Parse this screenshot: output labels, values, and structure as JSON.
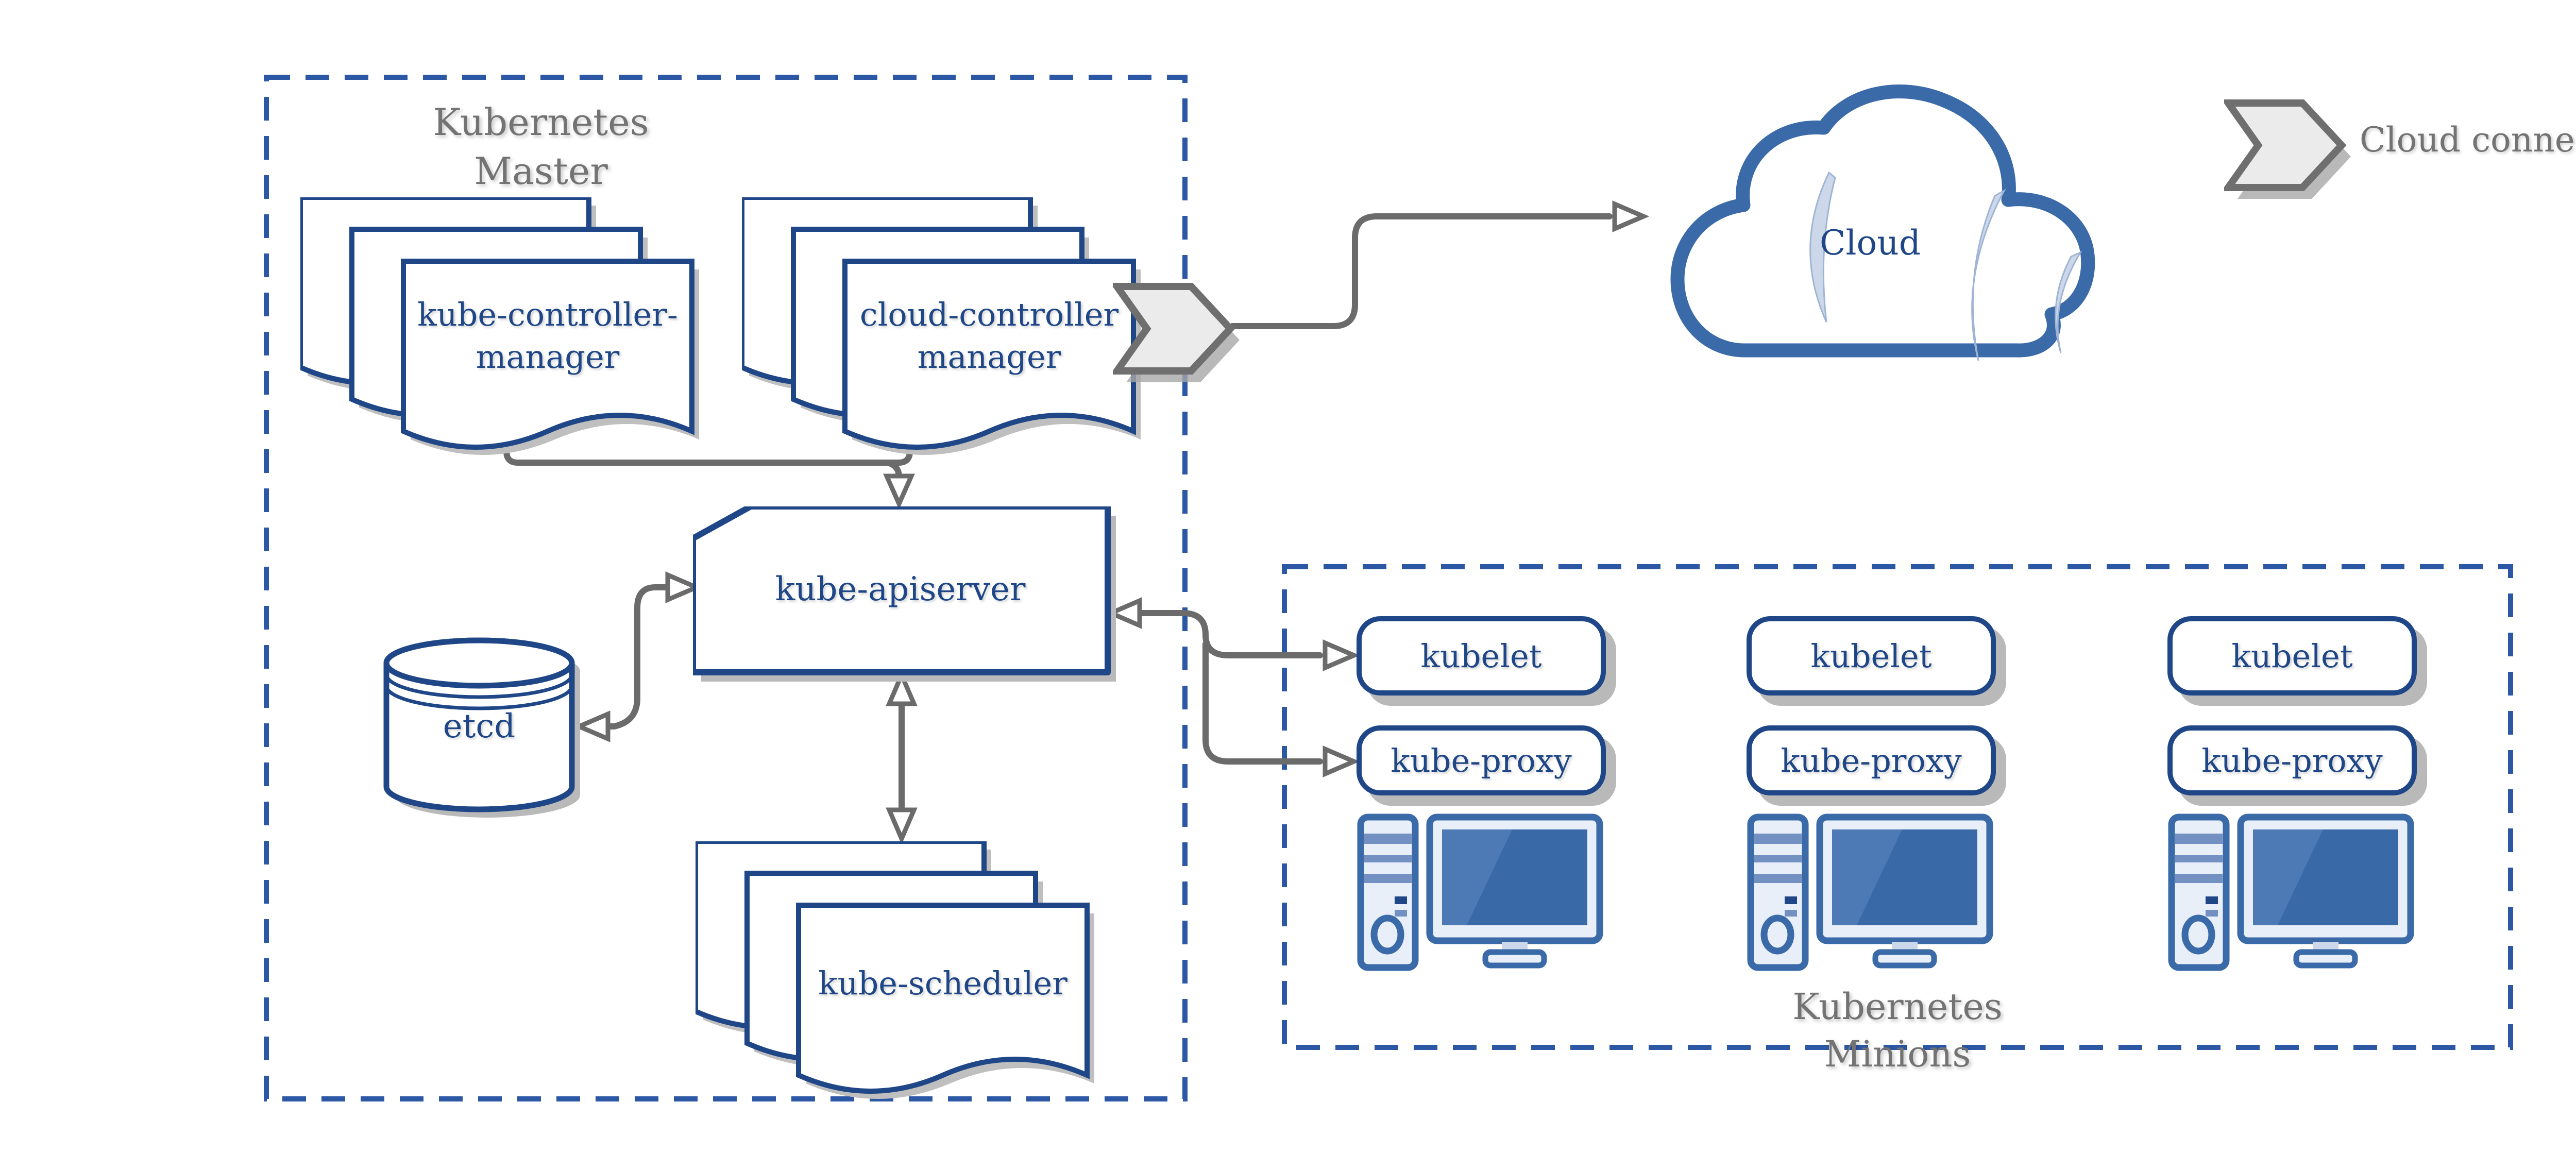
{
  "colors": {
    "navy": "#1f4787",
    "steel_blue": "#3a6aa8",
    "dash_blue": "#2b57a4",
    "connector_gray": "#6b6b6b",
    "label_gray": "#737373",
    "shadow_gray": "#b9b9b9",
    "chevron_fill": "#ebebeb",
    "chevron_stroke": "#6f6f6f",
    "crescent_blue": "#ccd8ea",
    "screen_blue": "#3a69a8",
    "light_fill": "#e9eff8",
    "stripe_blue": "#7291c2"
  },
  "master": {
    "title_line1": "Kubernetes",
    "title_line2": "Master",
    "kube_controller_manager": {
      "line1": "kube-controller-",
      "line2": "manager"
    },
    "cloud_controller_manager": {
      "line1": "cloud-controller",
      "line2": "manager"
    },
    "kube_apiserver": {
      "label": "kube-apiserver"
    },
    "etcd": {
      "label": "etcd"
    },
    "kube_scheduler": {
      "label": "kube-scheduler"
    }
  },
  "cloud": {
    "label": "Cloud"
  },
  "legend": {
    "label": "Cloud connector"
  },
  "minions": {
    "title_line1": "Kubernetes",
    "title_line2": "Minions",
    "nodes": [
      {
        "kubelet": "kubelet",
        "kube_proxy": "kube-proxy"
      },
      {
        "kubelet": "kubelet",
        "kube_proxy": "kube-proxy"
      },
      {
        "kubelet": "kubelet",
        "kube_proxy": "kube-proxy"
      }
    ]
  }
}
